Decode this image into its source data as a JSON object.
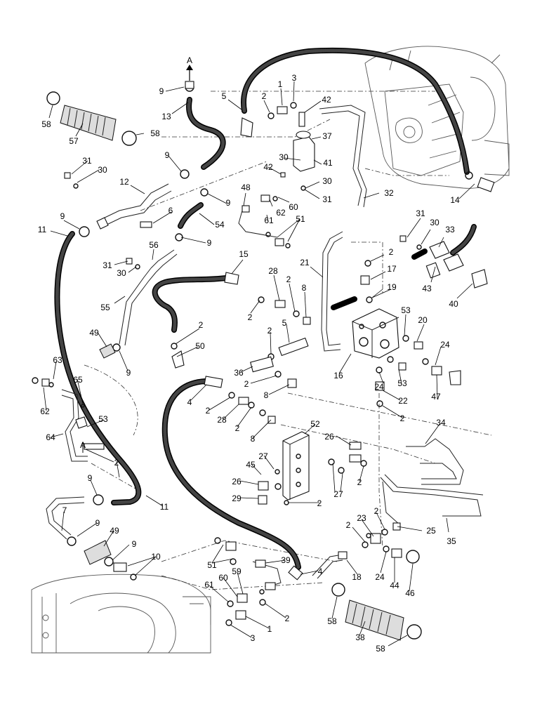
{
  "diagram": {
    "section_marks": [
      "A",
      "A"
    ],
    "callouts": [
      {
        "id": "c58a",
        "label": "58"
      },
      {
        "id": "c57",
        "label": "57"
      },
      {
        "id": "c58b",
        "label": "58"
      },
      {
        "id": "c9a",
        "label": "9"
      },
      {
        "id": "c13",
        "label": "13"
      },
      {
        "id": "c9b",
        "label": "9"
      },
      {
        "id": "c31a",
        "label": "31"
      },
      {
        "id": "c30a",
        "label": "30"
      },
      {
        "id": "c12",
        "label": "12"
      },
      {
        "id": "c6",
        "label": "6"
      },
      {
        "id": "c9c",
        "label": "9"
      },
      {
        "id": "c11a",
        "label": "11"
      },
      {
        "id": "c5a",
        "label": "5"
      },
      {
        "id": "c2a",
        "label": "2"
      },
      {
        "id": "c1a",
        "label": "1"
      },
      {
        "id": "c3a",
        "label": "3"
      },
      {
        "id": "c42a",
        "label": "42"
      },
      {
        "id": "c37",
        "label": "37"
      },
      {
        "id": "c41",
        "label": "41"
      },
      {
        "id": "c30b",
        "label": "30"
      },
      {
        "id": "c42b",
        "label": "42"
      },
      {
        "id": "c30c",
        "label": "30"
      },
      {
        "id": "c31b",
        "label": "31"
      },
      {
        "id": "c32",
        "label": "32"
      },
      {
        "id": "c14",
        "label": "14"
      },
      {
        "id": "c48",
        "label": "48"
      },
      {
        "id": "c9d",
        "label": "9"
      },
      {
        "id": "c62a",
        "label": "62"
      },
      {
        "id": "c60a",
        "label": "60"
      },
      {
        "id": "c61a",
        "label": "61"
      },
      {
        "id": "c51a",
        "label": "51"
      },
      {
        "id": "c54",
        "label": "54"
      },
      {
        "id": "c9e",
        "label": "9"
      },
      {
        "id": "c31c",
        "label": "31"
      },
      {
        "id": "c30d",
        "label": "30"
      },
      {
        "id": "c33",
        "label": "33"
      },
      {
        "id": "c56",
        "label": "56"
      },
      {
        "id": "c31d",
        "label": "31"
      },
      {
        "id": "c30e",
        "label": "30"
      },
      {
        "id": "c15",
        "label": "15"
      },
      {
        "id": "c21",
        "label": "21"
      },
      {
        "id": "c2b",
        "label": "2"
      },
      {
        "id": "c17",
        "label": "17"
      },
      {
        "id": "c43",
        "label": "43"
      },
      {
        "id": "c40",
        "label": "40"
      },
      {
        "id": "c55",
        "label": "55"
      },
      {
        "id": "c28a",
        "label": "28"
      },
      {
        "id": "c2c",
        "label": "2"
      },
      {
        "id": "c8a",
        "label": "8"
      },
      {
        "id": "c19",
        "label": "19"
      },
      {
        "id": "c2d",
        "label": "2"
      },
      {
        "id": "c53a",
        "label": "53"
      },
      {
        "id": "c20",
        "label": "20"
      },
      {
        "id": "c2e",
        "label": "2"
      },
      {
        "id": "c49a",
        "label": "49"
      },
      {
        "id": "c2f",
        "label": "2"
      },
      {
        "id": "c5b",
        "label": "5"
      },
      {
        "id": "c24a",
        "label": "24"
      },
      {
        "id": "c50",
        "label": "50"
      },
      {
        "id": "c9f",
        "label": "9"
      },
      {
        "id": "c16",
        "label": "16"
      },
      {
        "id": "c24b",
        "label": "24"
      },
      {
        "id": "c53b",
        "label": "53"
      },
      {
        "id": "c63",
        "label": "63"
      },
      {
        "id": "c36",
        "label": "36"
      },
      {
        "id": "c2g",
        "label": "2"
      },
      {
        "id": "c8b",
        "label": "8"
      },
      {
        "id": "c65",
        "label": "65"
      },
      {
        "id": "c4a",
        "label": "4"
      },
      {
        "id": "c22",
        "label": "22"
      },
      {
        "id": "c47",
        "label": "47"
      },
      {
        "id": "c62b",
        "label": "62"
      },
      {
        "id": "c2h",
        "label": "2"
      },
      {
        "id": "c28b",
        "label": "28"
      },
      {
        "id": "c2i",
        "label": "2"
      },
      {
        "id": "c34",
        "label": "34"
      },
      {
        "id": "c53c",
        "label": "53"
      },
      {
        "id": "c2j",
        "label": "2"
      },
      {
        "id": "c64",
        "label": "64"
      },
      {
        "id": "c8c",
        "label": "8"
      },
      {
        "id": "c52",
        "label": "52"
      },
      {
        "id": "c26a",
        "label": "26"
      },
      {
        "id": "c2k",
        "label": "2"
      },
      {
        "id": "c27a",
        "label": "27"
      },
      {
        "id": "c45",
        "label": "45"
      },
      {
        "id": "c26b",
        "label": "26"
      },
      {
        "id": "c2l",
        "label": "2"
      },
      {
        "id": "c27b",
        "label": "27"
      },
      {
        "id": "c29",
        "label": "29"
      },
      {
        "id": "c9g",
        "label": "9"
      },
      {
        "id": "c11b",
        "label": "11"
      },
      {
        "id": "c2m",
        "label": "2"
      },
      {
        "id": "c7",
        "label": "7"
      },
      {
        "id": "c9h",
        "label": "9"
      },
      {
        "id": "c2n",
        "label": "2"
      },
      {
        "id": "c23",
        "label": "23"
      },
      {
        "id": "c2o",
        "label": "2"
      },
      {
        "id": "c25",
        "label": "25"
      },
      {
        "id": "c35",
        "label": "35"
      },
      {
        "id": "c49b",
        "label": "49"
      },
      {
        "id": "c9i",
        "label": "9"
      },
      {
        "id": "c10",
        "label": "10"
      },
      {
        "id": "c51b",
        "label": "51"
      },
      {
        "id": "c39",
        "label": "39"
      },
      {
        "id": "c4b",
        "label": "4"
      },
      {
        "id": "c18",
        "label": "18"
      },
      {
        "id": "c24c",
        "label": "24"
      },
      {
        "id": "c44",
        "label": "44"
      },
      {
        "id": "c46",
        "label": "46"
      },
      {
        "id": "c59",
        "label": "59"
      },
      {
        "id": "c61b",
        "label": "61"
      },
      {
        "id": "c60b",
        "label": "60"
      },
      {
        "id": "c2p",
        "label": "2"
      },
      {
        "id": "c1b",
        "label": "1"
      },
      {
        "id": "c3b",
        "label": "3"
      },
      {
        "id": "c58c",
        "label": "58"
      },
      {
        "id": "c38",
        "label": "38"
      },
      {
        "id": "c58d",
        "label": "58"
      }
    ]
  }
}
